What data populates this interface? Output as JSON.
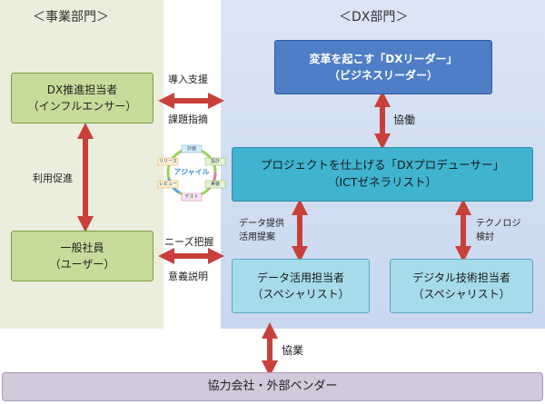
{
  "panels": {
    "business": {
      "title": "＜事業部門＞"
    },
    "dx": {
      "title": "＜DX部門＞"
    }
  },
  "boxes": {
    "dx_promoter": {
      "line1": "DX推進担当者",
      "line2": "（インフルエンサー）"
    },
    "employee": {
      "line1": "一般社員",
      "line2": "（ユーザー）"
    },
    "change_leader": {
      "line1": "変革を起こす「DXリーダー」",
      "line2": "（ビジネスリーダー）"
    },
    "producer": {
      "line1": "プロジェクトを仕上げる「DXプロデューサー」",
      "line2": "（ICTゼネラリスト）"
    },
    "data_specialist": {
      "line1": "データ活用担当者",
      "line2": "（スペシャリスト）"
    },
    "digital_specialist": {
      "line1": "デジタル技術担当者",
      "line2": "（スペシャリスト）"
    },
    "vendor": {
      "label": "協力会社・外部ベンダー"
    }
  },
  "arrow_labels": {
    "intro_support": "導入支援",
    "issue_point": "課題指摘",
    "usage_promo": "利用促進",
    "collaboration": "協働",
    "needs": "ニーズ把握",
    "opinion": "意義説明",
    "data_provision": "データ提供",
    "use_proposal": "活用提案",
    "tech_review_1": "テクノロジ",
    "tech_review_2": "検討",
    "partnership": "協業"
  },
  "agile": {
    "center_label": "アジャイル",
    "steps": [
      "計画",
      "設計",
      "実装",
      "テスト",
      "レビュー",
      "リリース"
    ]
  },
  "colors": {
    "arrow": "#c9403b",
    "business_panel": "#ebeedd",
    "dx_panel": "#c9d8ef",
    "green_box": "#c5dc9a",
    "blue_box": "#4f7ec6",
    "teal_box": "#3fb3cf",
    "lightblue_box": "#a6dbea",
    "vendor_bar": "#d2c9dc"
  }
}
